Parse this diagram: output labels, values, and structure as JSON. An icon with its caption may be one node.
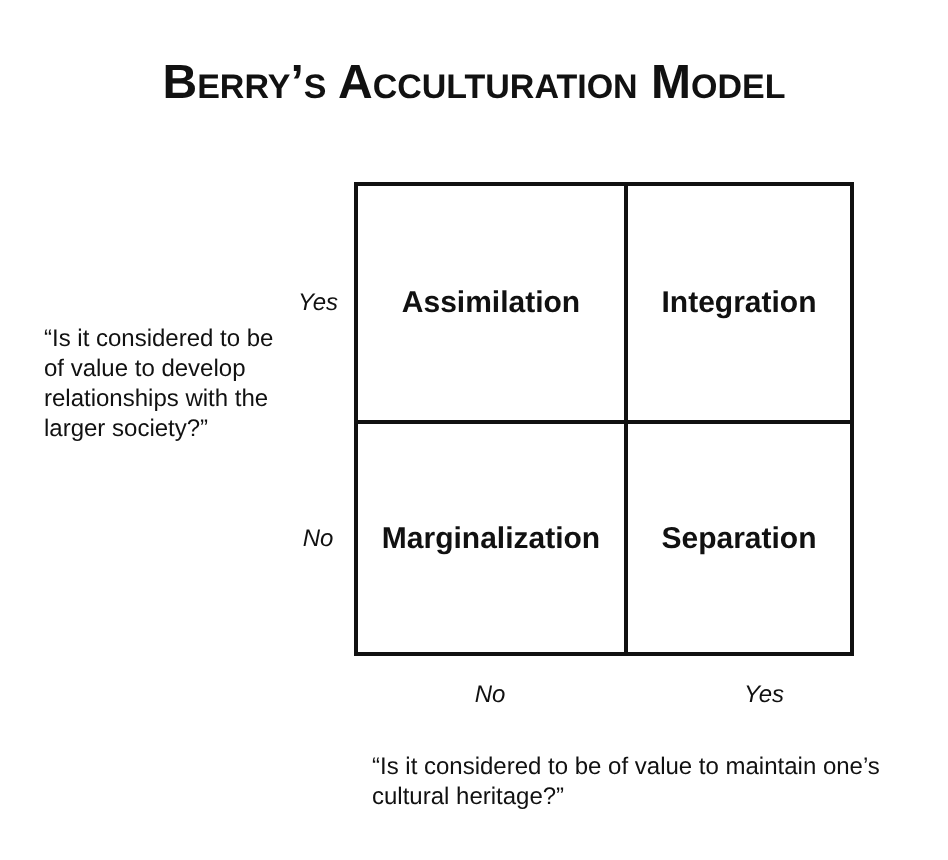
{
  "diagram": {
    "title": "Berry’s Acculturation Model",
    "nodes": [
      {
        "text": [
          "Assimilation"
        ]
      },
      {
        "text": [
          "Integration"
        ]
      },
      {
        "text": [
          "Marginalization"
        ]
      },
      {
        "text": [
          "Separation"
        ]
      }
    ],
    "edges": [],
    "labels": [
      "Yes",
      "“Is it considered to be of value to develop relationships with the larger society?”",
      "No",
      "No",
      "Yes",
      "“Is it considered to be of value to maintain one’s cultural heritage?”"
    ]
  }
}
